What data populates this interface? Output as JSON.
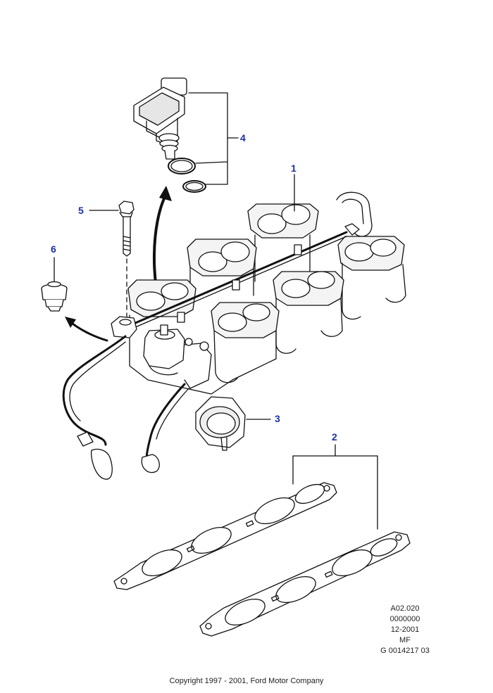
{
  "callouts": {
    "c1": "1",
    "c2": "2",
    "c3": "3",
    "c4": "4",
    "c5": "5",
    "c6": "6"
  },
  "colors": {
    "callout": "#1a2fa8",
    "line": "#111111",
    "shade": "#d9d9d9"
  },
  "reference": {
    "line1": "A02.020",
    "line2": "0000000",
    "line3": "12-2001",
    "line4": "MF",
    "line5": "G 0014217 03"
  },
  "copyright": "Copyright 1997 - 2001, Ford Motor Company"
}
